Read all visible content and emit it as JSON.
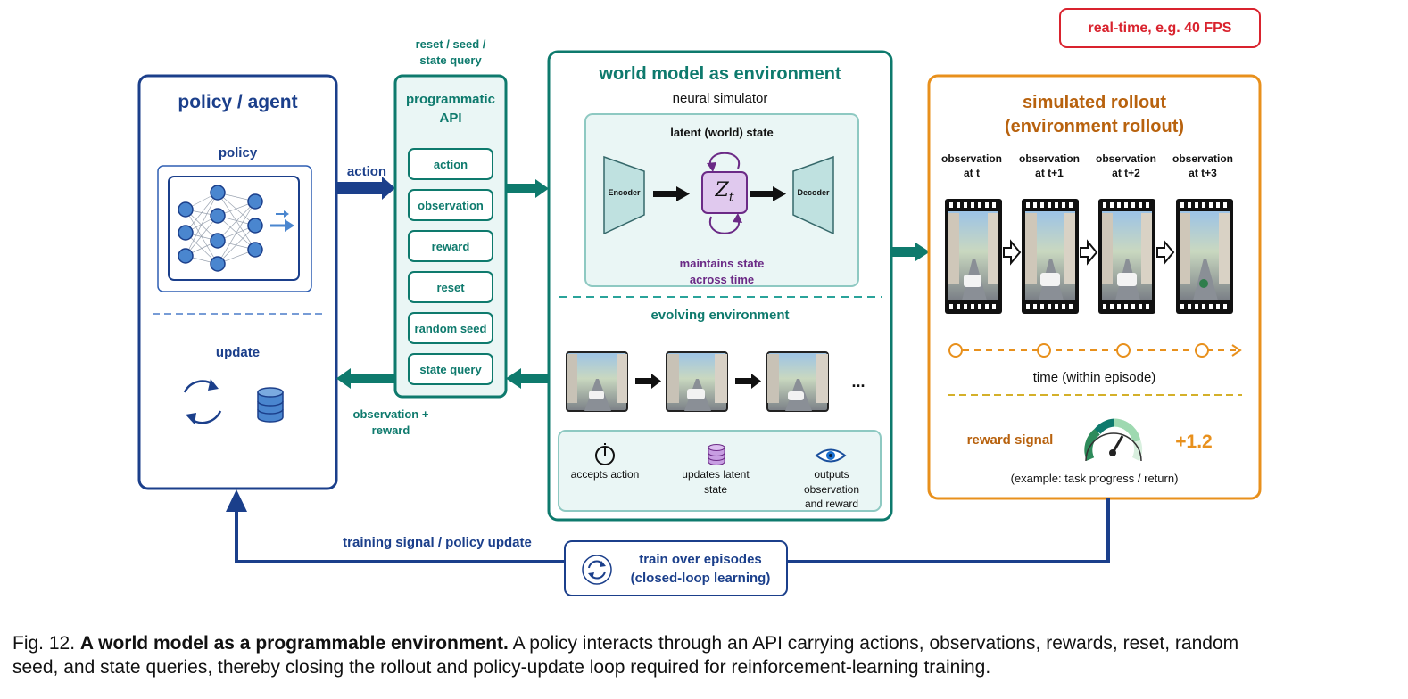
{
  "badge": {
    "text": "real-time, e.g. 40 FPS"
  },
  "policy_panel": {
    "title": "policy / agent",
    "policy_label": "policy",
    "update_label": "update"
  },
  "arrows": {
    "action": "action",
    "observation_reward_line1": "observation +",
    "observation_reward_line2": "reward",
    "training_signal": "training signal / policy update"
  },
  "api": {
    "top_label_line1": "reset / seed /",
    "top_label_line2": "state query",
    "title_line1": "programmatic",
    "title_line2": "API",
    "items": [
      "action",
      "observation",
      "reward",
      "reset",
      "random seed",
      "state query"
    ]
  },
  "world_model": {
    "title": "world model as environment",
    "subtitle": "neural simulator",
    "latent_title": "latent (world) state",
    "encoder": "Encoder",
    "decoder": "Decoder",
    "latent_symbol": "Z",
    "latent_subscript": "t",
    "maintains_line1": "maintains state",
    "maintains_line2": "across time",
    "evolving_title": "evolving environment",
    "ellipsis": "...",
    "features": [
      {
        "icon": "timer-icon",
        "line1": "accepts action",
        "line2": "",
        "line3": ""
      },
      {
        "icon": "database-icon",
        "line1": "updates latent",
        "line2": "state",
        "line3": ""
      },
      {
        "icon": "eye-icon",
        "line1": "outputs",
        "line2": "observation",
        "line3": "and reward"
      }
    ]
  },
  "rollout": {
    "title_line1": "simulated rollout",
    "title_line2": "(environment rollout)",
    "observations": [
      {
        "line1": "observation",
        "line2": "at t"
      },
      {
        "line1": "observation",
        "line2": "at t+1"
      },
      {
        "line1": "observation",
        "line2": "at t+2"
      },
      {
        "line1": "observation",
        "line2": "at t+3"
      }
    ],
    "time_label": "time (within episode)",
    "reward_label": "reward signal",
    "reward_value": "+1.2",
    "example_note": "(example: task progress / return)"
  },
  "loop_box": {
    "line1": "train over episodes",
    "line2": "(closed-loop learning)"
  },
  "caption": {
    "prefix": "Fig. 12.",
    "bold": "A world model as a programmable environment.",
    "rest_line1": " A policy interacts through an API carrying actions, observations, rewards, reset, random",
    "line2": "seed, and state queries, thereby closing the rollout and policy-update loop required for reinforcement-learning training."
  },
  "colors": {
    "blue": "#1b3f8b",
    "teal": "#0e7a6d",
    "orange": "#e8901c",
    "red": "#d9232e",
    "purple": "#6b2a86",
    "light_teal": "#eaf6f5"
  }
}
